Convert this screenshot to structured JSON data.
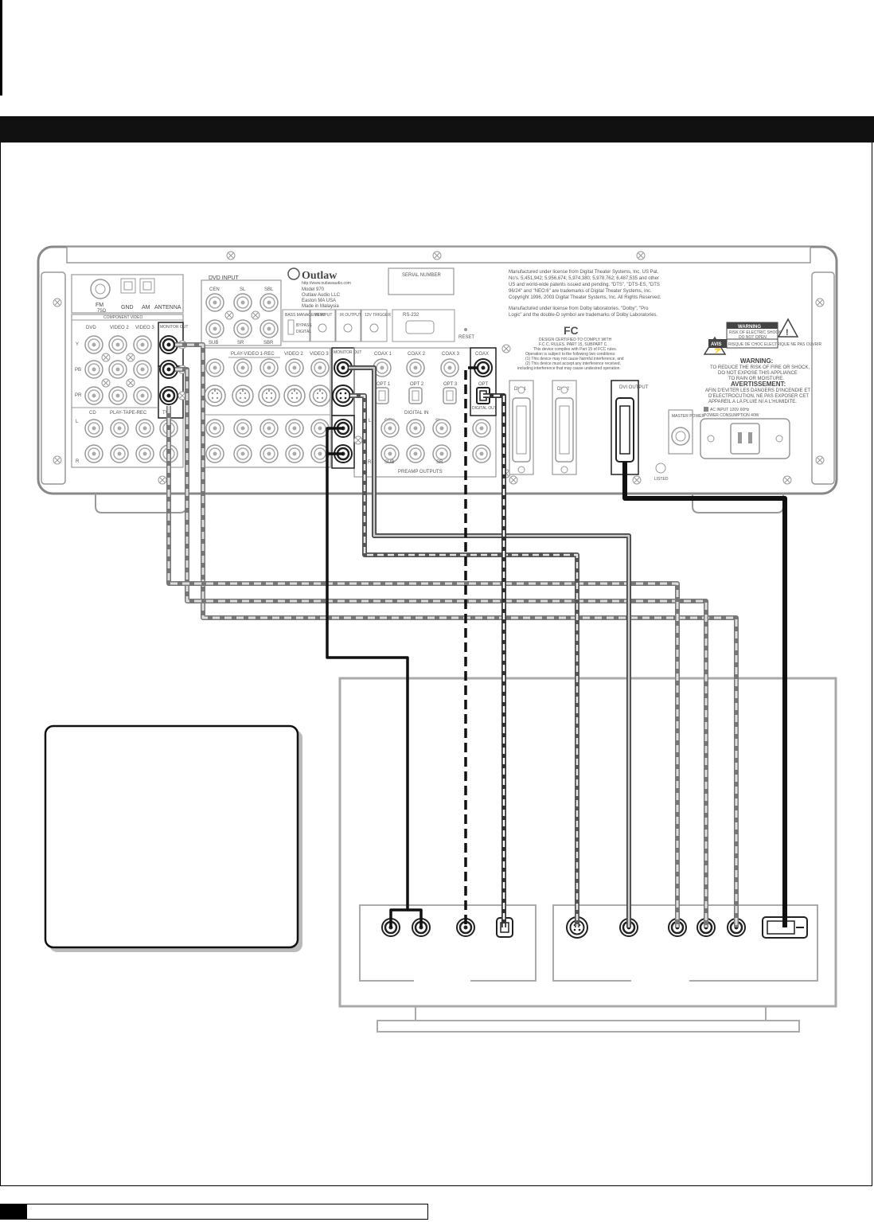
{
  "receiver": {
    "brand": "Outlaw",
    "brand_lines": [
      "http://www.outlawaudio.com",
      "Model 970",
      "Outlaw Audio LLC",
      "Easton MA USA",
      "Made in Malaysia"
    ],
    "serial_label": "SERIAL NUMBER",
    "antenna_labels": {
      "fm": "FM",
      "fm_ohm": "75Ω",
      "gnd": "GND",
      "am": "AM",
      "antenna": "ANTENNA"
    },
    "component_video": {
      "title": "COMPONENT VIDEO",
      "columns": [
        "DVD",
        "VIDEO 2",
        "VIDEO 3",
        "MONITOR OUT"
      ],
      "rows": [
        "Y",
        "PB",
        "PR"
      ]
    },
    "analog": {
      "columns": [
        "CD",
        "PLAY-TAPE-REC",
        "TV"
      ],
      "rows": [
        "L",
        "R"
      ]
    },
    "dvd_input": {
      "title": "DVD INPUT",
      "labels": [
        "CEN",
        "SL",
        "SBL",
        "SUB",
        "SR",
        "SBR"
      ]
    },
    "small_panels": [
      "BASS MANAGEMENT",
      "IR INPUT",
      "IR OUTPUT",
      "12V TRIGGER"
    ],
    "bass_options": [
      "BYPASS",
      "DIGITAL"
    ],
    "rs232": "RS-232",
    "reset": "RESET",
    "video_columns": [
      "PLAY-VIDEO 1-REC",
      "VIDEO 2",
      "VIDEO 3",
      "MONITOR OUT"
    ],
    "digital": {
      "coax": [
        "COAX 1",
        "COAX 2",
        "COAX 3",
        "COAX"
      ],
      "opt": [
        "OPT 1",
        "OPT 2",
        "OPT 3",
        "OPT"
      ],
      "digital_in": "DIGITAL IN",
      "digital_out": "DIGITAL OUT"
    },
    "preamp": {
      "labels": [
        "L",
        "CEN",
        "SL",
        "SUB",
        "SR",
        "R"
      ],
      "title": "PREAMP OUTPUTS"
    },
    "dvi": [
      "DVI 1",
      "DVI 2",
      "DVI OUTPUT"
    ],
    "license_text": [
      "Manufactured under license from Digital Theater Systems, Inc. US Pat.",
      "No's. 5,451,942; 5,956,674; 5,974,380; 5,978,762; 6,487,535 and other",
      "US and world-wide patents issued and pending. \"DTS\", \"DTS-ES, \"DTS",
      "96/24\" and \"NEO:6\" are trademarks of Digital Theater Systems, Inc.",
      "Copyright 1996, 2003 Digital Theater Systems, Inc. All Rights Reserved.",
      "",
      "Manufactured under license from Dolby laboratories. \"Dolby\", \"Pro",
      "Logic\" and the double-D symbol are trademarks of Dolby Laboratories."
    ],
    "fcc": {
      "logo": "FC",
      "lines": [
        "DESIGN CERTIFIED TO COMPLY WITH",
        "F.C.C. RULES, PART 15, SUBPART C.",
        "This device complies with Part 15 of FCC rules.",
        "Operation is subject to the following two conditions:",
        "(1) This device may not cause harmful interference, and",
        "(2) This device must accept any interference received,",
        "including interference that may cause undesired operation."
      ]
    },
    "warning_box": {
      "title": "WARNING",
      "line1": "RISK OF ELECTRIC SHOCK",
      "line2": "DO NOT OPEN",
      "avis": "AVIS",
      "avis_text": "RISQUE DE CHOC ELECTRIQUE NE PAS OUVRIR"
    },
    "warning_text": {
      "title": "WARNING:",
      "lines": [
        "TO REDUCE THE RISK OF FIRE OR SHOCK,",
        "DO NOT EXPOSE THIS APPLIANCE",
        "TO RAIN OR MOISTURE."
      ]
    },
    "avert_text": {
      "title": "AVERTISSEMENT:",
      "lines": [
        "AFIN D'EVITER LES DANGERS D'INCENDIE ET",
        "D'ELECTROCUTION, NE PAS EXPOSER CET",
        "APPAREIL A LA PLUIE NI A L'HUMIDITE."
      ]
    },
    "ac_text": [
      "AC INPUT 120V 60Hz",
      "POWER CONSUMPTION 40W"
    ],
    "master_power": "MASTER POWER",
    "listed": "LISTED"
  }
}
